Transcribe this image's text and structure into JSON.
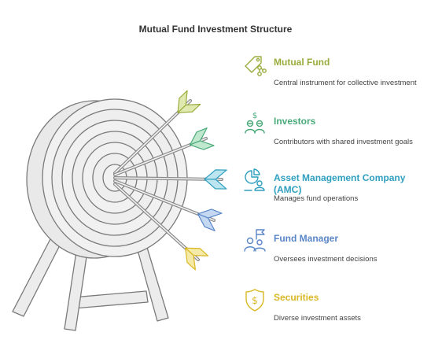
{
  "title": "Mutual Fund Investment Structure",
  "items": [
    {
      "label": "Mutual Fund",
      "desc": "Central instrument for collective investment",
      "color": "#9aab3c",
      "fill": "#e0eab0",
      "icon": "tag-network-icon"
    },
    {
      "label": "Investors",
      "desc": "Contributors with shared investment goals",
      "color": "#4aaa7a",
      "fill": "#bfe8cf",
      "icon": "investors-icon"
    },
    {
      "label": "Asset Management Company (AMC)",
      "desc": "Manages fund operations",
      "color": "#2f9fbf",
      "fill": "#bde5ef",
      "icon": "chart-user-icon"
    },
    {
      "label": "Fund Manager",
      "desc": "Oversees investment decisions",
      "color": "#5a86c8",
      "fill": "#c5d8f2",
      "icon": "manager-flag-icon"
    },
    {
      "label": "Securities",
      "desc": "Diverse investment assets",
      "color": "#d9b824",
      "fill": "#f5e9a8",
      "icon": "dollar-shield-icon"
    }
  ]
}
